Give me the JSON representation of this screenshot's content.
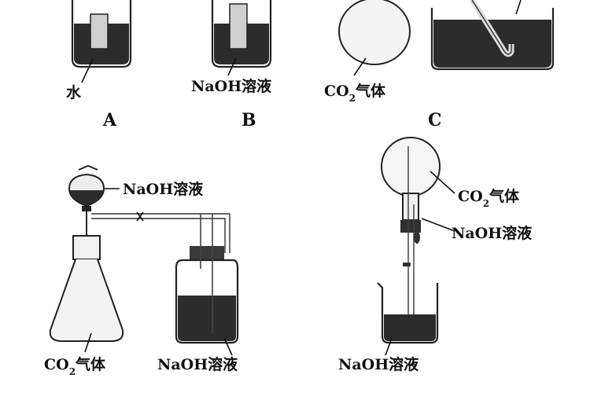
{
  "panels": {
    "a": {
      "caption": "A",
      "label": "水"
    },
    "b": {
      "caption": "B",
      "label": "NaOH溶液"
    },
    "c": {
      "caption": "C",
      "label_main": "CO",
      "label_sub": "2",
      "label_tail": "气体"
    },
    "d": {
      "funnel_label": "NaOH溶液",
      "flask_label_main": "CO",
      "flask_label_sub": "2",
      "flask_label_tail": "气体",
      "bottle_label": "NaOH溶液"
    },
    "e": {
      "flask_label_main": "CO",
      "flask_label_sub": "2",
      "flask_label_tail": "气体",
      "dropper_label": "NaOH溶液",
      "beaker_label": "NaOH溶液"
    }
  }
}
